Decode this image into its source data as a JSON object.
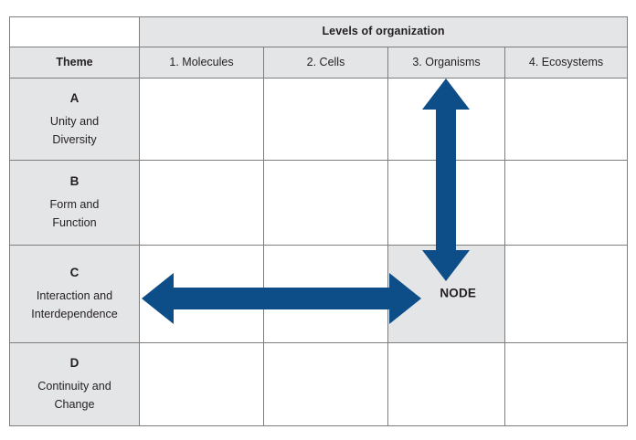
{
  "diagram": {
    "title": "Themes by Levels of Organization matrix",
    "colors": {
      "arrow": "#0d4d88",
      "header_fill": "#e4e5e7",
      "cell_fill": "#ffffff",
      "border": "#7d7d7d",
      "text": "#231f20"
    }
  },
  "table": {
    "corner_label": "",
    "levels_header": "Levels of organization",
    "theme_header": "Theme",
    "levels": [
      {
        "label": "1. Molecules"
      },
      {
        "label": "2. Cells"
      },
      {
        "label": "3. Organisms"
      },
      {
        "label": "4. Ecosystems"
      }
    ],
    "themes": [
      {
        "letter": "A",
        "line1": "Unity and",
        "line2": "Diversity"
      },
      {
        "letter": "B",
        "line1": "Form and",
        "line2": "Function"
      },
      {
        "letter": "C",
        "line1": "Interaction and",
        "line2": "Interdependence"
      },
      {
        "letter": "D",
        "line1": "Continuity and",
        "line2": "Change"
      }
    ],
    "node_cell": {
      "label": "NODE",
      "theme": "C",
      "level": "3. Organisms"
    }
  },
  "arrows": {
    "vertical": {
      "name": "vertical-double-arrow",
      "from_level": "3. Organisms",
      "from_theme": "A",
      "to_theme": "C"
    },
    "horizontal": {
      "name": "horizontal-double-arrow",
      "theme": "C",
      "from_level": "1. Molecules",
      "to_level": "3. Organisms"
    }
  }
}
